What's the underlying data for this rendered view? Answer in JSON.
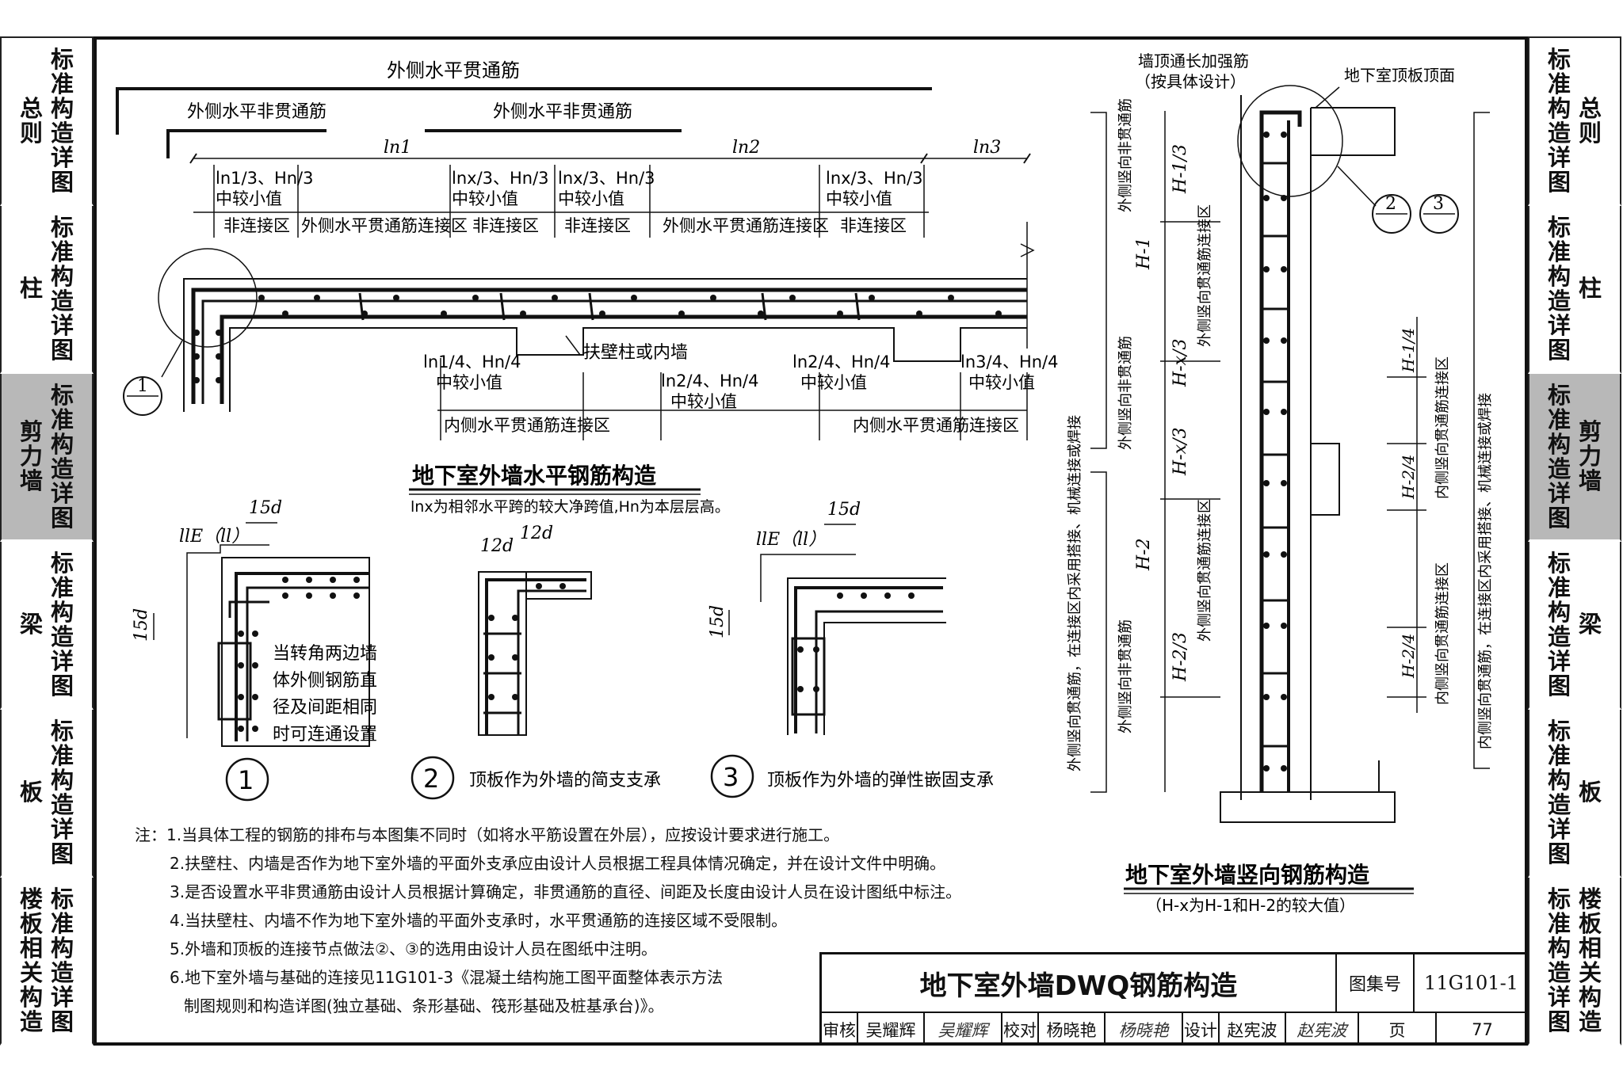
{
  "sidebar_left": [
    {
      "title": "总则",
      "sub": "标准构造详图"
    },
    {
      "title": "柱",
      "sub": "标准构造详图"
    },
    {
      "title": "剪力墙",
      "sub": "标准构造详图",
      "active": true
    },
    {
      "title": "梁",
      "sub": "标准构造详图"
    },
    {
      "title": "板",
      "sub": "标准构造详图"
    },
    {
      "title": "楼板相关构造",
      "sub": "标准构造详图"
    }
  ],
  "sidebar_right": [
    {
      "title": "总则",
      "sub": "标准构造详图"
    },
    {
      "title": "柱",
      "sub": "标准构造详图"
    },
    {
      "title": "剪力墙",
      "sub": "标准构造详图",
      "active": true
    },
    {
      "title": "梁",
      "sub": "标准构造详图"
    },
    {
      "title": "板",
      "sub": "标准构造详图"
    },
    {
      "title": "楼板相关构造",
      "sub": "标准构造详图"
    }
  ],
  "horizontal": {
    "outer_through": "外侧水平贯通筋",
    "outer_non_through_1": "外侧水平非贯通筋",
    "outer_non_through_2": "外侧水平非贯通筋",
    "ln1": "ln1",
    "ln2": "ln2",
    "ln3": "ln3",
    "d1": "ln1/3、Hn/3",
    "d2": "lnx/3、Hn/3",
    "d3": "lnx/3、Hn/3",
    "d4": "lnx/3、Hn/3",
    "smaller": "中较小值",
    "zone_no_joint": "非连接区",
    "zone_outer_joint": "外侧水平贯通筋连接区",
    "pilaster": "扶壁柱或内墙",
    "b1": "ln1/4、Hn/4",
    "b2": "ln2/4、Hn/4",
    "b3": "ln2/4、Hn/4",
    "b4": "ln3/4、Hn/4",
    "zone_inner_joint": "内侧水平贯通筋连接区",
    "title": "地下室外墙水平钢筋构造",
    "subtitle": "lnx为相邻水平跨的较大净跨值,Hn为本层层高。"
  },
  "details": {
    "lle": "llE（ll）",
    "d15": "15d",
    "d12a": "12d",
    "d12b": "12d",
    "note1": [
      "当转角两边墙",
      "体外侧钢筋直",
      "径及间距相同",
      "时可连通设置"
    ],
    "c1": "1",
    "c2": "2",
    "c3": "3",
    "c2_text": "顶板作为外墙的简支支承",
    "c3_text": "顶板作为外墙的弹性嵌固支承"
  },
  "vertical": {
    "top_bar": "墙顶通长加强筋",
    "top_bar2": "（按具体设计）",
    "slab_top": "地下室顶板顶面",
    "h1": "H-1",
    "h1_3": "H-1/3",
    "hx_3a": "H-x/3",
    "hx_3b": "H-x/3",
    "h2": "H-2",
    "h2_3": "H-2/3",
    "h1_4": "H-1/4",
    "h2_4a": "H-2/4",
    "h2_4b": "H-2/4",
    "outer_non": "外侧竖向非贯通筋",
    "outer_joint": "外侧竖向贯通筋连接区",
    "outer_through": "外侧竖向贯通筋，在连接区内采用搭接、机械连接或焊接",
    "inner_joint": "内侧竖向贯通筋连接区",
    "inner_through": "内侧竖向贯通筋，在连接区内采用搭接、机械连接或焊接",
    "title": "地下室外墙竖向钢筋构造",
    "subtitle": "（H-x为H-1和H-2的较大值）"
  },
  "notes": [
    "注：1.当具体工程的钢筋的排布与本图集不同时（如将水平筋设置在外层），应按设计要求进行施工。",
    "2.扶壁柱、内墙是否作为地下室外墙的平面外支承应由设计人员根据工程具体情况确定，并在设计文件中明确。",
    "3.是否设置水平非贯通筋由设计人员根据计算确定，非贯通筋的直径、间距及长度由设计人员在设计图纸中标注。",
    "4.当扶壁柱、内墙不作为地下室外墙的平面外支承时，水平贯通筋的连接区域不受限制。",
    "5.外墙和顶板的连接节点做法②、③的选用由设计人员在图纸中注明。",
    "6.地下室外墙与基础的连接见11G101-3《混凝土结构施工图平面整体表示方法",
    "制图规则和构造详图(独立基础、条形基础、筏形基础及桩基承台)》。"
  ],
  "title_block": {
    "title": "地下室外墙DWQ钢筋构造",
    "atlas_label": "图集号",
    "atlas_no": "11G101-1",
    "review": "审核",
    "reviewer": "吴耀辉",
    "reviewer_sig": "吴耀辉",
    "check": "校对",
    "checker": "杨晓艳",
    "checker_sig": "杨晓艳",
    "design": "设计",
    "designer": "赵宪波",
    "designer_sig": "赵宪波",
    "page_label": "页",
    "page_no": "77"
  }
}
